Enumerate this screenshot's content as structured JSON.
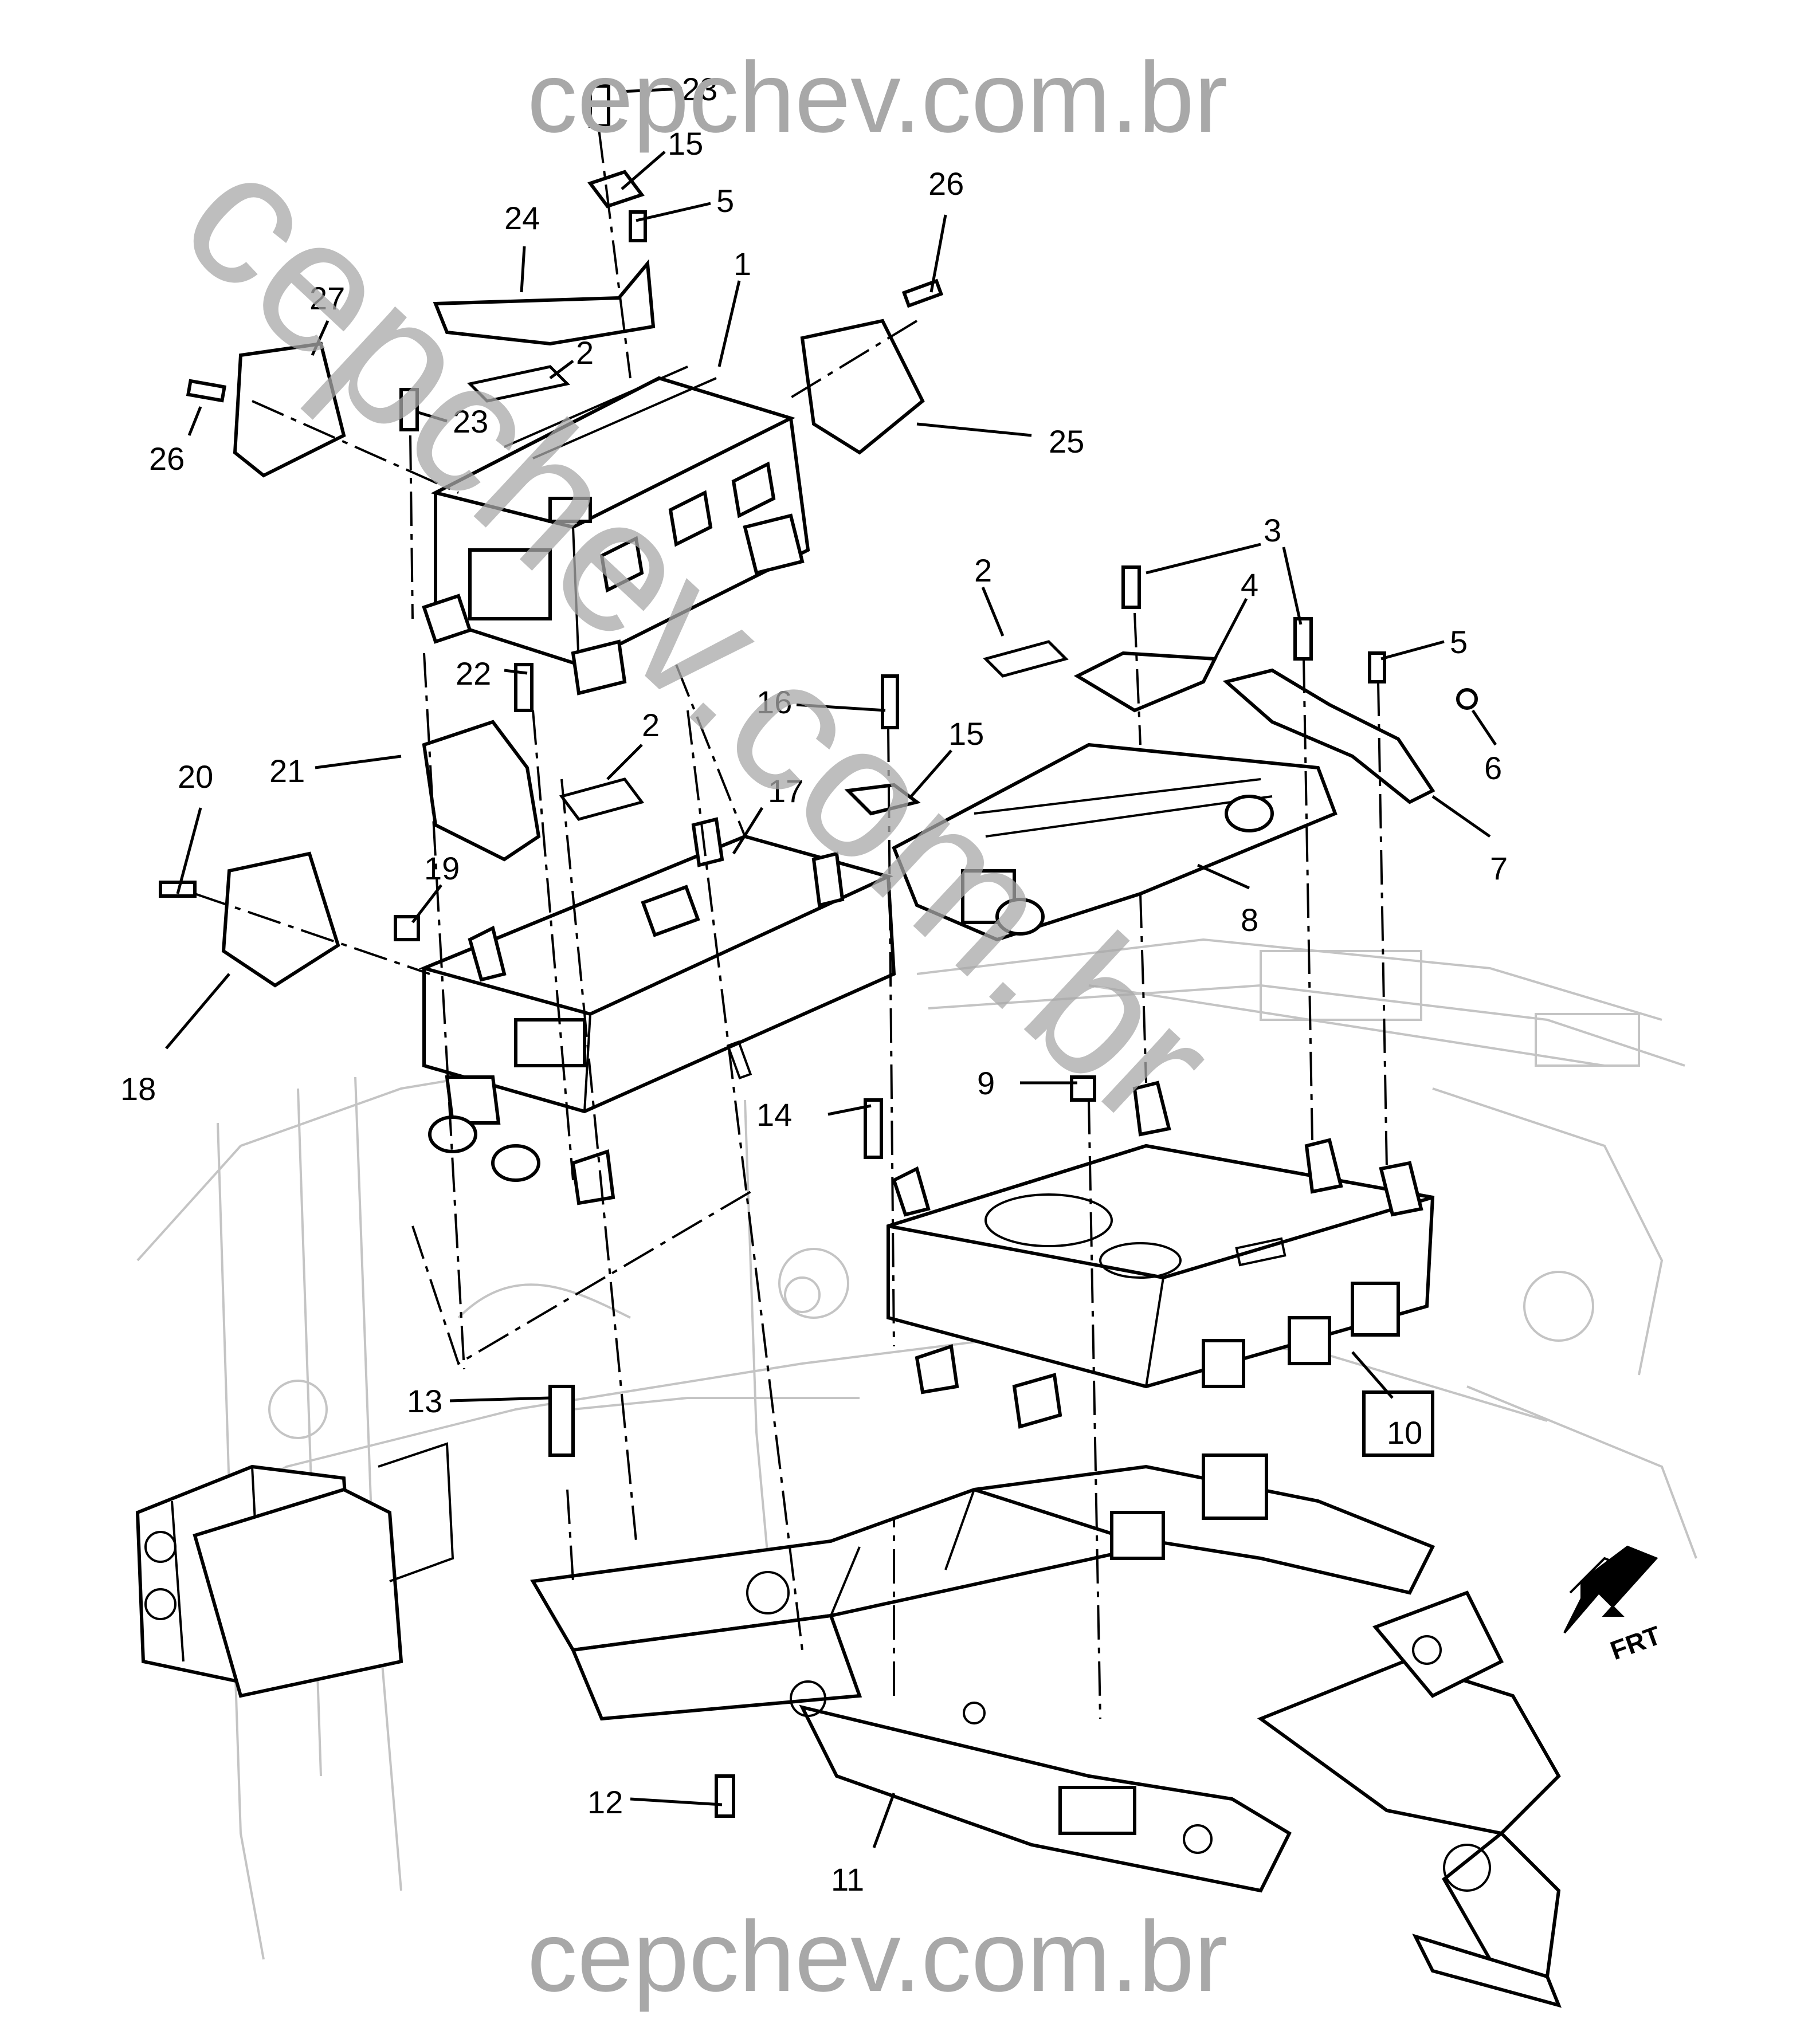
{
  "watermark": {
    "top": "cepchev.com.br",
    "bottom": "cepchev.com.br",
    "diagonal": "cepchev.com.br"
  },
  "direction_badge": {
    "label": "FRT"
  },
  "callouts": [
    {
      "id": "c23a",
      "label": "23"
    },
    {
      "id": "c15a",
      "label": "15"
    },
    {
      "id": "c5a",
      "label": "5"
    },
    {
      "id": "c24",
      "label": "24"
    },
    {
      "id": "c26a",
      "label": "26"
    },
    {
      "id": "c1",
      "label": "1"
    },
    {
      "id": "c27",
      "label": "27"
    },
    {
      "id": "c2a",
      "label": "2"
    },
    {
      "id": "c23b",
      "label": "23"
    },
    {
      "id": "c26b",
      "label": "26"
    },
    {
      "id": "c25",
      "label": "25"
    },
    {
      "id": "c3",
      "label": "3"
    },
    {
      "id": "c2b",
      "label": "2"
    },
    {
      "id": "c4",
      "label": "4"
    },
    {
      "id": "c5b",
      "label": "5"
    },
    {
      "id": "c22",
      "label": "22"
    },
    {
      "id": "c16",
      "label": "16"
    },
    {
      "id": "c2c",
      "label": "2"
    },
    {
      "id": "c15b",
      "label": "15"
    },
    {
      "id": "c6",
      "label": "6"
    },
    {
      "id": "c21",
      "label": "21"
    },
    {
      "id": "c17",
      "label": "17"
    },
    {
      "id": "c20",
      "label": "20"
    },
    {
      "id": "c7",
      "label": "7"
    },
    {
      "id": "c19",
      "label": "19"
    },
    {
      "id": "c8",
      "label": "8"
    },
    {
      "id": "c18",
      "label": "18"
    },
    {
      "id": "c9",
      "label": "9"
    },
    {
      "id": "c14",
      "label": "14"
    },
    {
      "id": "c13",
      "label": "13"
    },
    {
      "id": "c10",
      "label": "10"
    },
    {
      "id": "c12",
      "label": "12"
    },
    {
      "id": "c11",
      "label": "11"
    }
  ]
}
